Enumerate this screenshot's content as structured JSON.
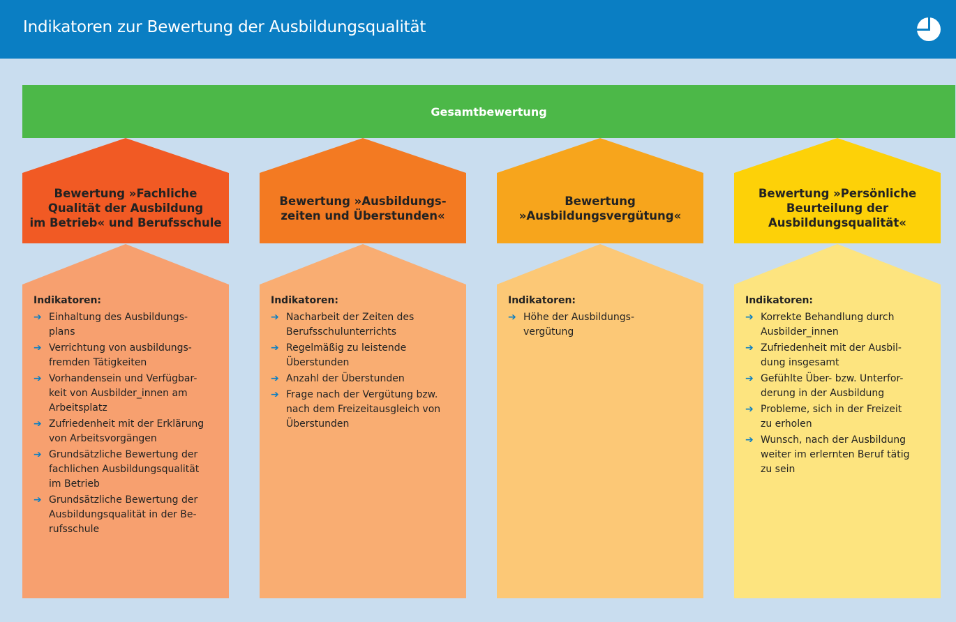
{
  "header": {
    "title": "Indikatoren zur Bewertung der Ausbildungsqualität",
    "logo_icon": "pie-chart-icon"
  },
  "top": {
    "label": "Gesamtbewertung",
    "color": "#4cb848"
  },
  "columns": [
    {
      "heading": "Bewertung »Fachliche\nQualität der Ausbildung\nim Betrieb« und Berufsschule",
      "head_color": "#f15a24",
      "body_color": "#f7a06f",
      "indicators_label": "Indikatoren:",
      "items": [
        "Einhaltung des Ausbildungs-\nplans",
        "Verrichtung von ausbildungs-\nfremden Tätigkeiten",
        "Vorhandensein und Verfügbar-\nkeit von Ausbilder_innen am\nArbeitsplatz",
        "Zufriedenheit mit der Erklärung\nvon Arbeitsvorgängen",
        "Grundsätzliche Bewertung der\nfachlichen Ausbildungsqualität\nim Betrieb",
        "Grundsätzliche Bewertung der\nAusbildungsqualität in der Be-\nrufsschule"
      ]
    },
    {
      "heading": "Bewertung »Ausbildungs-\nzeiten und Überstunden«",
      "head_color": "#f37a22",
      "body_color": "#f9ad72",
      "indicators_label": "Indikatoren:",
      "items": [
        "Nacharbeit der Zeiten des\nBerufsschulunterrichts",
        "Regelmäßig zu leistende\nÜberstunden",
        "Anzahl der Überstunden",
        "Frage nach der Vergütung bzw.\nnach dem Freizeitausgleich von\nÜberstunden"
      ]
    },
    {
      "heading": "Bewertung\n»Ausbildungsvergütung«",
      "head_color": "#f7a51c",
      "body_color": "#fcc876",
      "indicators_label": "Indikatoren:",
      "items": [
        "Höhe der Ausbildungs-\nvergütung"
      ]
    },
    {
      "heading": "Bewertung »Persönliche\nBeurteilung der\nAusbildungsqualität«",
      "head_color": "#fdd108",
      "body_color": "#fde47f",
      "indicators_label": "Indikatoren:",
      "items": [
        "Korrekte Behandlung durch\nAusbilder_innen",
        "Zufriedenheit mit der Ausbil-\ndung insgesamt",
        "Gefühlte Über- bzw. Unterfor-\nderung in der Ausbildung",
        "Probleme, sich in der Freizeit\nzu erholen",
        "Wunsch, nach der Ausbildung\nweiter im erlernten Beruf tätig\nzu sein"
      ]
    }
  ],
  "bullet_symbol": "➔"
}
